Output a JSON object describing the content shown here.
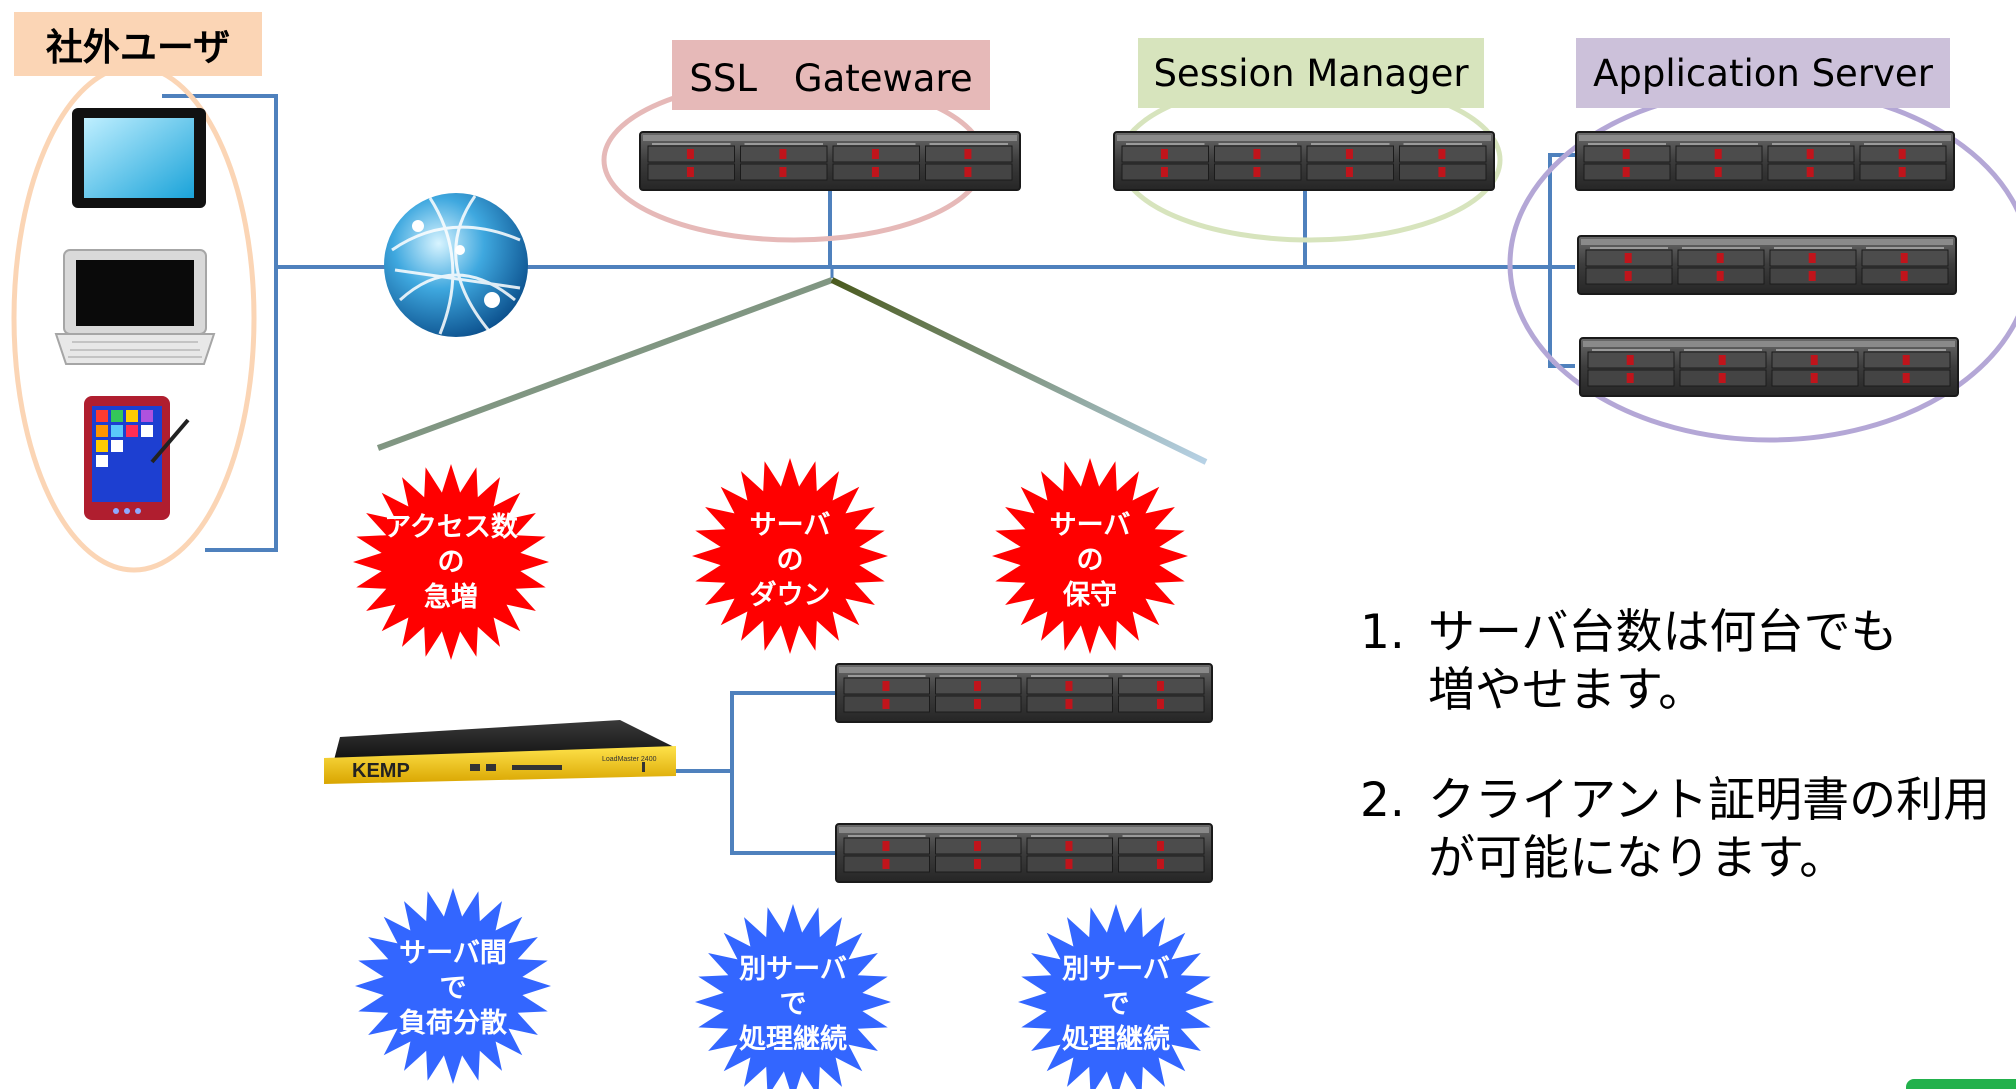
{
  "diagram": {
    "user_group_label": "社外ユーザ",
    "ssl_gateway_label": "SSL　Gateware",
    "session_manager_label": "Session Manager",
    "application_server_label": "Application Server",
    "load_balancer_brand": "KEMP",
    "load_balancer_model": "LoadMaster 2400",
    "problems": [
      {
        "lines": [
          "アクセス数",
          "の",
          "急増"
        ]
      },
      {
        "lines": [
          "サーバ",
          "の",
          "ダウン"
        ]
      },
      {
        "lines": [
          "サーバ",
          "の",
          "保守"
        ]
      }
    ],
    "solutions": [
      {
        "lines": [
          "サーバ間",
          "で",
          "負荷分散"
        ]
      },
      {
        "lines": [
          "別サーバ",
          "で",
          "処理継続"
        ]
      },
      {
        "lines": [
          "別サーバ",
          "で",
          "処理継続"
        ]
      }
    ],
    "notes": [
      {
        "number": "1.",
        "lines": [
          "サーバ台数は何台でも",
          "増やせます。"
        ]
      },
      {
        "number": "2.",
        "lines": [
          "クライアント証明書の利用",
          "が可能になります。"
        ]
      }
    ],
    "colors": {
      "network_line": "#4f81bd",
      "problem_burst": "#ff0000",
      "solution_burst": "#3366ff",
      "label_orange": "#fbd5b5",
      "label_pink": "#e6b9b8",
      "label_green": "#d7e4bd",
      "label_purple": "#ccc1da"
    }
  }
}
